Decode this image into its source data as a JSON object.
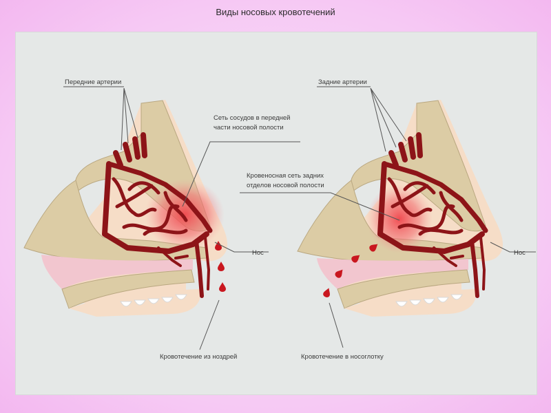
{
  "title": "Виды носовых кровотечений",
  "left": {
    "arteries": "Передние артерии",
    "network_line1": "Сеть сосудов в передней",
    "network_line2": "части носовой полости",
    "nose": "Нос",
    "bleeding": "Кровотечение из ноздрей"
  },
  "right": {
    "arteries": "Задние артерии",
    "network_line1": "Кровеносная сеть задних",
    "network_line2": "отделов носовой полости",
    "nose": "Нос",
    "bleeding": "Кровотечение в носоглотку"
  },
  "colors": {
    "vessel": "#8d1418",
    "blood": "#c9171f",
    "bone": "#dccca5",
    "skin": "#f6ddc7",
    "mucosa": "#f2c6cf"
  }
}
